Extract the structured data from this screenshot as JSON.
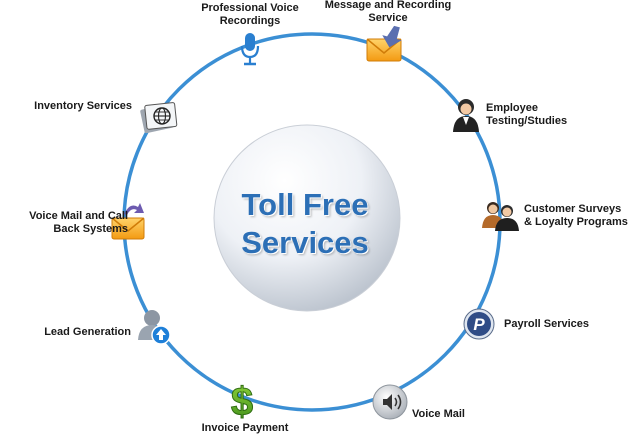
{
  "center": {
    "title": "Toll Free\nServices"
  },
  "colors": {
    "ring": "#3b8fd4",
    "title": "#2c6fb6"
  },
  "services": [
    {
      "id": "professional-voice-recordings",
      "label": "Professional Voice\nRecordings",
      "icon": "microphone-icon"
    },
    {
      "id": "message-and-recording-service",
      "label": "Message and Recording\nService",
      "icon": "envelope-arrow-icon"
    },
    {
      "id": "employee-testing-studies",
      "label": "Employee\nTesting/Studies",
      "icon": "person-icon"
    },
    {
      "id": "customer-surveys-loyalty",
      "label": "Customer Surveys\n& Loyalty Programs",
      "icon": "people-icon"
    },
    {
      "id": "payroll-services",
      "label": "Payroll Services",
      "icon": "payroll-p-icon"
    },
    {
      "id": "voice-mail",
      "label": "Voice Mail",
      "icon": "speaker-icon"
    },
    {
      "id": "invoice-payment",
      "label": "Invoice Payment",
      "icon": "dollar-icon"
    },
    {
      "id": "lead-generation",
      "label": "Lead Generation",
      "icon": "user-upload-icon"
    },
    {
      "id": "voice-mail-call-back",
      "label": "Voice Mail and Call\nBack Systems",
      "icon": "envelope-callback-icon"
    },
    {
      "id": "inventory-services",
      "label": "Inventory Services",
      "icon": "globe-cards-icon"
    }
  ]
}
